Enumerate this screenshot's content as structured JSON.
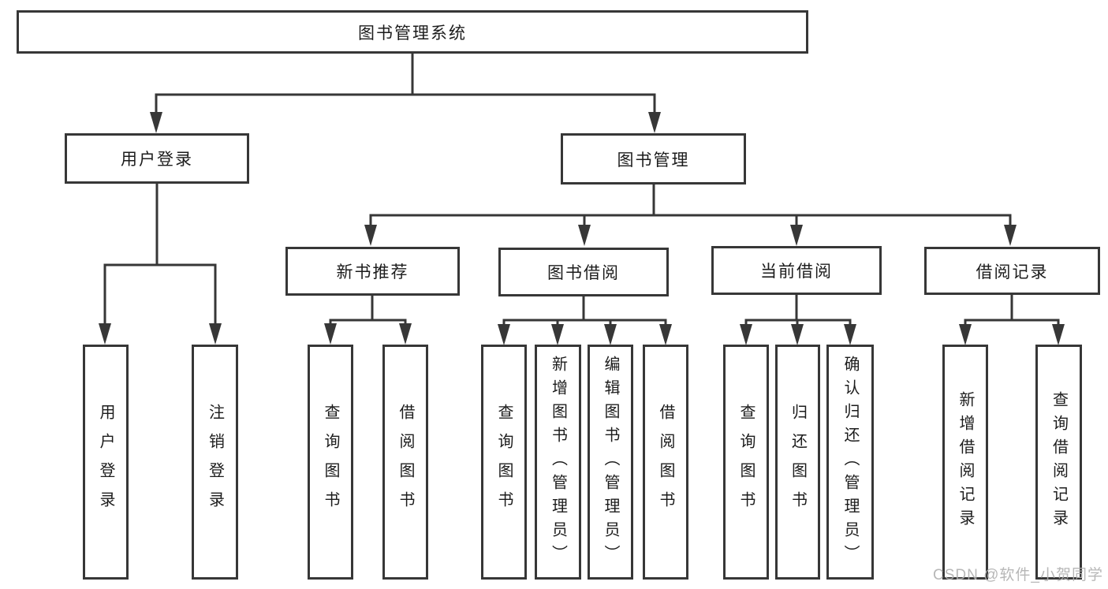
{
  "diagram": {
    "root": {
      "label": "图书管理系统"
    },
    "user": {
      "label": "用户登录",
      "leaves": [
        {
          "label": "用户登录"
        },
        {
          "label": "注销登录"
        }
      ]
    },
    "book": {
      "label": "图书管理",
      "sections": [
        {
          "label": "新书推荐",
          "leaves": [
            {
              "label": "查询图书"
            },
            {
              "label": "借阅图书"
            }
          ]
        },
        {
          "label": "图书借阅",
          "leaves": [
            {
              "label": "查询图书"
            },
            {
              "label": "新增图书（管理员）"
            },
            {
              "label": "编辑图书（管理员）"
            },
            {
              "label": "借阅图书"
            }
          ]
        },
        {
          "label": "当前借阅",
          "leaves": [
            {
              "label": "查询图书"
            },
            {
              "label": "归还图书"
            },
            {
              "label": "确认归还（管理员）"
            }
          ]
        },
        {
          "label": "借阅记录",
          "leaves": [
            {
              "label": "新增借阅记录"
            },
            {
              "label": "查询借阅记录"
            }
          ]
        }
      ]
    }
  },
  "watermark": "CSDN @软件_小贺同学",
  "colors": {
    "line": "#373737",
    "box_border": "#373737",
    "text": "#1c1c1c",
    "watermark": "#afafaf",
    "background": "#ffffff"
  }
}
